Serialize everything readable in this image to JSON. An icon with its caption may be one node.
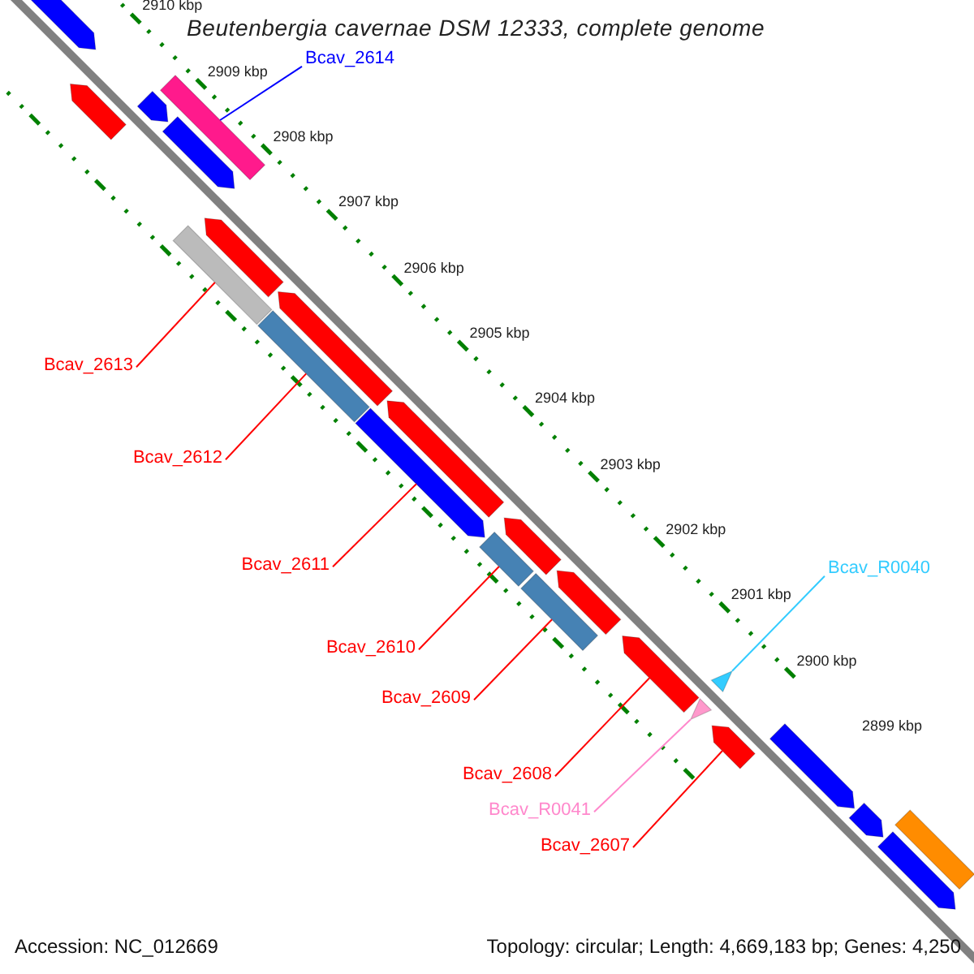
{
  "diagram": {
    "title": "Beutenbergia cavernae DSM 12333, complete genome",
    "nodes": [
      {
        "text": [
          "Bcav_2614"
        ]
      },
      {
        "text": [
          "Bcav_2613"
        ]
      },
      {
        "text": [
          "Bcav_2612"
        ]
      },
      {
        "text": [
          "Bcav_2611"
        ]
      },
      {
        "text": [
          "Bcav_2610"
        ]
      },
      {
        "text": [
          "Bcav_2609"
        ]
      },
      {
        "text": [
          "Bcav_2608"
        ]
      },
      {
        "text": [
          "Bcav_R0041"
        ]
      },
      {
        "text": [
          "Bcav_2607"
        ]
      },
      {
        "text": [
          "Bcav_R0040"
        ]
      },
      {
        "text": [],
        "shape": "arrow"
      },
      {
        "text": [],
        "shape": "arrow"
      },
      {
        "text": [],
        "shape": "arrow"
      },
      {
        "text": [],
        "shape": "bar"
      },
      {
        "text": [],
        "shape": "arrow"
      },
      {
        "text": [],
        "shape": "bar"
      },
      {
        "text": [],
        "shape": "arrow"
      },
      {
        "text": [],
        "shape": "arrow"
      },
      {
        "text": [],
        "shape": "bar"
      },
      {
        "text": [],
        "shape": "arrow"
      },
      {
        "text": [],
        "shape": "arrow"
      },
      {
        "text": [],
        "shape": "arrow"
      },
      {
        "text": [],
        "shape": "bar"
      },
      {
        "text": [],
        "shape": "bar"
      },
      {
        "text": [],
        "shape": "arrow"
      },
      {
        "text": [],
        "shape": "arrow"
      },
      {
        "text": [],
        "shape": "triangle"
      },
      {
        "text": [],
        "shape": "triangle"
      },
      {
        "text": [],
        "shape": "arrow"
      },
      {
        "text": [],
        "shape": "arrow"
      },
      {
        "text": [],
        "shape": "arrow"
      },
      {
        "text": [],
        "shape": "bar"
      },
      {
        "text": [],
        "shape": "arrow"
      }
    ],
    "edges": [
      {
        "from": 0,
        "to": 13,
        "arrow": "none",
        "color": "#0000ff"
      },
      {
        "from": 1,
        "to": 15,
        "arrow": "none"
      },
      {
        "from": 2,
        "to": 18,
        "arrow": "none"
      },
      {
        "from": 3,
        "to": 19,
        "arrow": "none"
      },
      {
        "from": 4,
        "to": 22,
        "arrow": "none"
      },
      {
        "from": 5,
        "to": 23,
        "arrow": "none"
      },
      {
        "from": 6,
        "to": 25,
        "arrow": "none"
      },
      {
        "from": 9,
        "to": 26,
        "arrow": "none",
        "color": "#33ccff"
      },
      {
        "from": 7,
        "to": 27,
        "arrow": "none",
        "color": "#ff88cc"
      },
      {
        "from": 8,
        "to": 28,
        "arrow": "none"
      }
    ],
    "labels": [
      "2910 kbp",
      "2909 kbp",
      "2908 kbp",
      "2907 kbp",
      "2906 kbp",
      "2905 kbp",
      "2904 kbp",
      "2903 kbp",
      "2902 kbp",
      "2901 kbp",
      "2900 kbp",
      "2899 kbp",
      "Accession: NC_012669",
      "Topology: circular; Length: 4,669,183 bp; Genes: 4,250"
    ]
  }
}
